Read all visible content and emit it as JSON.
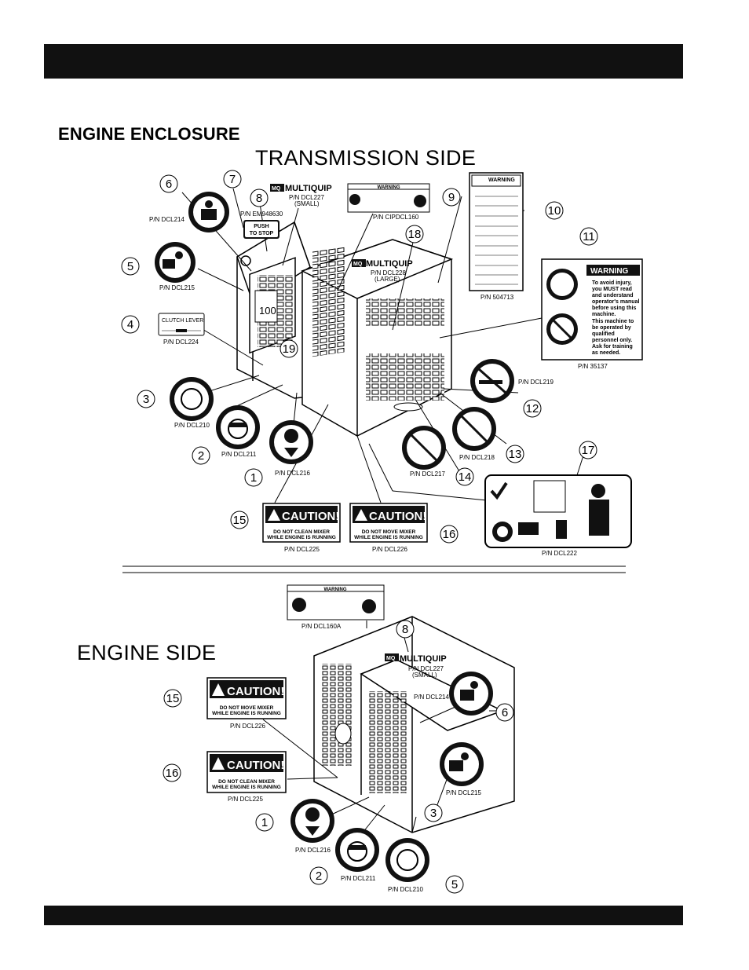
{
  "header_bar": "",
  "section_title": "ENGINE ENCLOSURE",
  "transmission_title": "TRANSMISSION SIDE",
  "engine_title": "ENGINE SIDE",
  "labels": {
    "multiquip": "MULTIQUIP",
    "mq_logo": "MQ",
    "push_to_stop_1": "PUSH",
    "push_to_stop_2": "TO STOP",
    "clutch_lever": "CLUTCH LEVER",
    "warning": "WARNING",
    "caution": "CAUTION!",
    "caution_clean_1": "DO NOT CLEAN MIXER",
    "caution_clean_2": "WHILE ENGINE IS RUNNING",
    "caution_move_1": "DO NOT MOVE MIXER",
    "caution_move_2": "WHILE ENGINE IS RUNNING",
    "warn35137_lines": [
      "To avoid injury,",
      "you MUST read",
      "and understand",
      "operator's manual",
      "before using this",
      "machine.",
      "This machine to",
      "be operated by",
      "qualified",
      "personnel only.",
      "Ask for training",
      "as needed."
    ],
    "gauge_value": "100"
  },
  "transmission_side": {
    "pn": {
      "dcl214": "P/N DCL214",
      "em948630": "P/N EM948630",
      "dcl227": "P/N DCL227",
      "small": "(SMALL)",
      "cipdcl160": "P/N CIPDCL160",
      "dcl215": "P/N DCL215",
      "dcl228": "P/N DCL228",
      "large": "(LARGE)",
      "p504713": "P/N 504713",
      "dcl224": "P/N DCL224",
      "p35137": "P/N 35137",
      "dcl219": "P/N DCL219",
      "dcl210": "P/N DCL210",
      "dcl211": "P/N DCL211",
      "dcl218": "P/N DCL218",
      "dcl216": "P/N DCL216",
      "dcl217": "P/N DCL217",
      "dcl225": "P/N DCL225",
      "dcl226": "P/N DCL226",
      "dcl222": "P/N DCL222"
    },
    "callouts": [
      "1",
      "2",
      "3",
      "4",
      "5",
      "6",
      "7",
      "8",
      "9",
      "10",
      "11",
      "12",
      "13",
      "14",
      "15",
      "16",
      "17",
      "18",
      "19"
    ]
  },
  "engine_side": {
    "pn": {
      "dcl160a": "P/N DCL160A",
      "dcl227": "P/N DCL227",
      "small": "(SMALL)",
      "dcl214": "P/N DCL214",
      "dcl226": "P/N DCL226",
      "dcl225": "P/N DCL225",
      "dcl215": "P/N DCL215",
      "dcl216": "P/N DCL216",
      "dcl211": "P/N DCL211",
      "dcl210": "P/N DCL210"
    },
    "callouts": [
      "1",
      "2",
      "3",
      "5",
      "6",
      "8",
      "15",
      "16"
    ]
  }
}
